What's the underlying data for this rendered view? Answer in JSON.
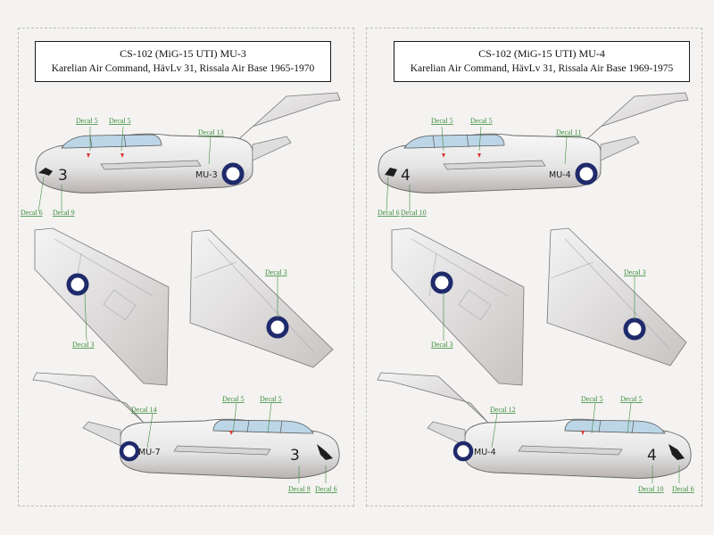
{
  "panels": [
    {
      "title": "CS-102 (MiG-15 UTI) MU-3",
      "subtitle": "Karelian Air Command, HävLv 31, Rissala Air Base 1965-1970",
      "code": "MU-3",
      "numeral": "3",
      "code_bottom": "MU-7",
      "callouts": [
        "Decal 5",
        "Decal 5",
        "Decal 13",
        "Decal 6",
        "Decal 9",
        "Decal 3",
        "Decal 3",
        "Decal 14",
        "Decal 5",
        "Decal 5",
        "Decal 9",
        "Decal 6"
      ]
    },
    {
      "title": "CS-102 (MiG-15 UTI) MU-4",
      "subtitle": "Karelian Air Command, HävLv 31, Rissala Air Base 1969-1975",
      "code": "MU-4",
      "numeral": "4",
      "code_bottom": "MU-4",
      "callouts": [
        "Decal 5",
        "Decal 5",
        "Decal 11",
        "Decal 6",
        "Decal 10",
        "Decal 3",
        "Decal 3",
        "Decal 12",
        "Decal 5",
        "Decal 5",
        "Decal 10",
        "Decal 6"
      ]
    }
  ],
  "colors": {
    "roundel_outer": "#ffffff",
    "roundel_ring": "#1f2a6b",
    "callout_green": "#3c8c3c",
    "fuselage": "#ececec",
    "canopy": "#bcd6e8"
  }
}
